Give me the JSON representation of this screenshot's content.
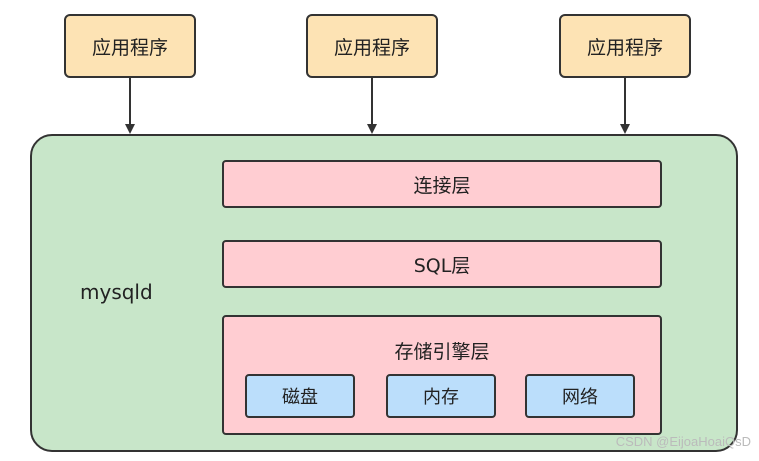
{
  "apps": [
    {
      "label": "应用程序"
    },
    {
      "label": "应用程序"
    },
    {
      "label": "应用程序"
    }
  ],
  "server": {
    "label": "mysqld",
    "layers": {
      "connection": "连接层",
      "sql": "SQL层",
      "engine": "存储引擎层"
    },
    "resources": {
      "disk": "磁盘",
      "memory": "内存",
      "network": "网络"
    }
  },
  "watermark": "CSDN @EijoaHoaiQsD",
  "colors": {
    "app_fill": "#fde3b4",
    "server_fill": "#c8e6c9",
    "layer_fill": "#ffcdd2",
    "resource_fill": "#bbdefb",
    "stroke": "#333333"
  }
}
